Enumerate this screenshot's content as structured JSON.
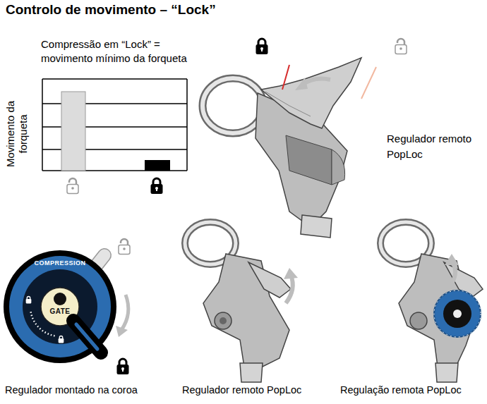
{
  "diagram": {
    "title": "Controlo de movimento – “Lock”",
    "nodes": [
      {
        "text": [
          "COMPRESSION"
        ]
      },
      {
        "text": [
          "GATE"
        ],
        "in": 0
      }
    ],
    "labels": [
      "Compressão em “Lock” = movimento mínimo da forqueta",
      "Movimento da forqueta",
      "Regulador remoto PopLoc",
      "Regulador montado na coroa",
      "Regulador remoto PopLoc",
      "Regulação remota PopLoc"
    ]
  }
}
